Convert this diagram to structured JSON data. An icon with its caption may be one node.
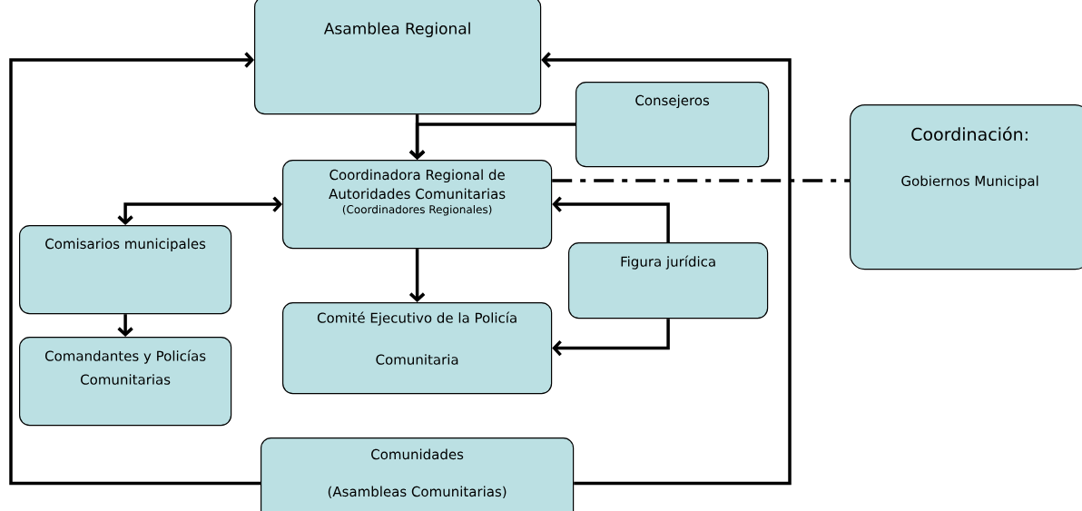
{
  "diagram": {
    "nodes": [
      {
        "text": [
          "Asamblea Regional"
        ]
      },
      {
        "text": [
          "Consejeros"
        ]
      },
      {
        "text": [
          "Coordinación:",
          "Gobiernos Municipal"
        ]
      },
      {
        "text": [
          "Coordinadora Regional de Autoridades Comunitarias",
          "(Coordinadores Regionales)"
        ]
      },
      {
        "text": [
          "Comisarios municipales"
        ]
      },
      {
        "text": [
          "Figura jurídica"
        ]
      },
      {
        "text": [
          "Comandantes y Policías Comunitarias"
        ]
      },
      {
        "text": [
          "Comité Ejecutivo de la Policía Comunitaria"
        ]
      },
      {
        "text": [
          "Comunidades",
          "(Asambleas Comunitarias)"
        ]
      }
    ],
    "edges": [
      {
        "from": 0,
        "to": 3,
        "arrow": "to"
      },
      {
        "from": 1,
        "to": 3,
        "arrow": "to"
      },
      {
        "from": 3,
        "to": 4,
        "arrow": "both"
      },
      {
        "from": 3,
        "to": 7,
        "arrow": "to"
      },
      {
        "from": 5,
        "to": 3,
        "arrow": "to"
      },
      {
        "from": 5,
        "to": 7,
        "arrow": "to"
      },
      {
        "from": 4,
        "to": 6,
        "arrow": "to"
      },
      {
        "from": 8,
        "to": 0,
        "arrow": "to"
      },
      {
        "from": 8,
        "to": 0,
        "arrow": "to"
      },
      {
        "from": 3,
        "to": 2,
        "arrow": "none",
        "style": "dashed"
      }
    ]
  }
}
